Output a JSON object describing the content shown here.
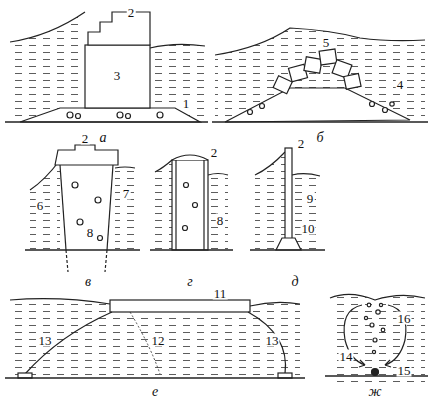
{
  "diagram": {
    "labels": [
      "2",
      "3",
      "1",
      "а",
      "5",
      "4",
      "б",
      "2",
      "6",
      "7",
      "8",
      "в",
      "2",
      "8",
      "г",
      "2",
      "9",
      "10",
      "д",
      "11",
      "12",
      "13",
      "13",
      "е",
      "16",
      "14",
      "15",
      "ж"
    ]
  }
}
